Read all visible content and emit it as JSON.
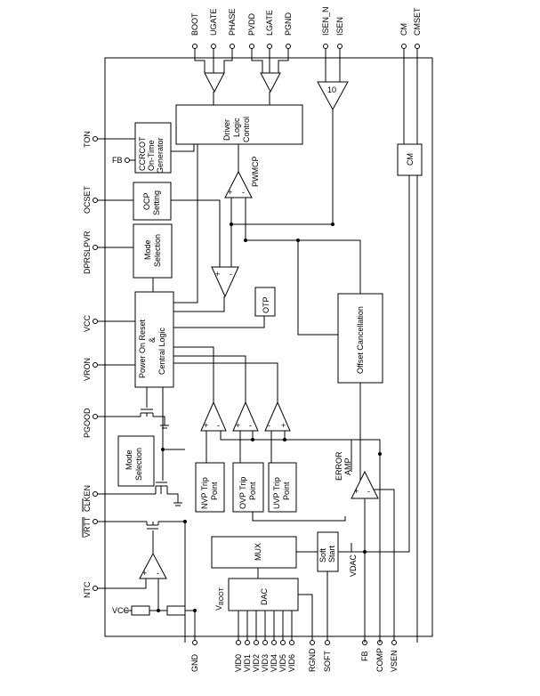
{
  "pins": {
    "boot": "BOOT",
    "ugate": "UGATE",
    "phase": "PHASE",
    "pvdd": "PVDD",
    "lgate": "LGATE",
    "pgnd": "PGND",
    "isen_n": "ISEN_N",
    "isen": "ISEN",
    "cm": "CM",
    "cmset": "CMSET",
    "ton": "TON",
    "fb_left": "FB",
    "ocset": "OCSET",
    "dprslpvr": "DPRSLPVR",
    "vcc": "VCC",
    "vron": "VRON",
    "pgood": "PGOOD",
    "clken": "CLKEN",
    "vrtt": "VRTT",
    "ntc": "NTC",
    "vcc_bottom": "VCC",
    "gnd": "GND",
    "vid0": "VID0",
    "vid1": "VID1",
    "vid2": "VID2",
    "vid3": "VID3",
    "vid4": "VID4",
    "vid5": "VID5",
    "vid6": "VID6",
    "rgnd": "RGND",
    "soft": "SOFT",
    "fb": "FB",
    "comp": "COMP",
    "vsen": "VSEN"
  },
  "blocks": {
    "driver_l1": "Driver",
    "driver_l2": "Logic",
    "driver_l3": "Control",
    "ccrcot_l1": "CCRCOT",
    "ccrcot_l2": "On-Time",
    "ccrcot_l3": "Generator",
    "ocp_l1": "OCP",
    "ocp_l2": "Setting",
    "mode1_l1": "Mode",
    "mode1_l2": "Selection",
    "por_l1": "Power On Reset",
    "por_l2": "&",
    "por_l3": "Central Logic",
    "otp": "OTP",
    "offset": "Offset Cancellation",
    "cm_block": "CM",
    "mode2_l1": "Mode",
    "mode2_l2": "Selection",
    "nvp_l1": "NVP Trip",
    "nvp_l2": "Point",
    "ovp_l1": "OVP Trip",
    "ovp_l2": "Point",
    "uvp_l1": "UVP Trip",
    "uvp_l2": "Point",
    "mux": "MUX",
    "dac": "DAC",
    "soft_l1": "Soft",
    "soft_l2": "Start"
  },
  "labels": {
    "pwmcp": "PWMCP",
    "gain": "10",
    "error_l1": "ERROR",
    "error_l2": "AMP",
    "vdac": "VDAC",
    "vboot_main": "V",
    "vboot_sub": "BOOT",
    "plus": "+",
    "minus": "-"
  },
  "colors": {
    "line": "#000000",
    "background": "#ffffff"
  }
}
